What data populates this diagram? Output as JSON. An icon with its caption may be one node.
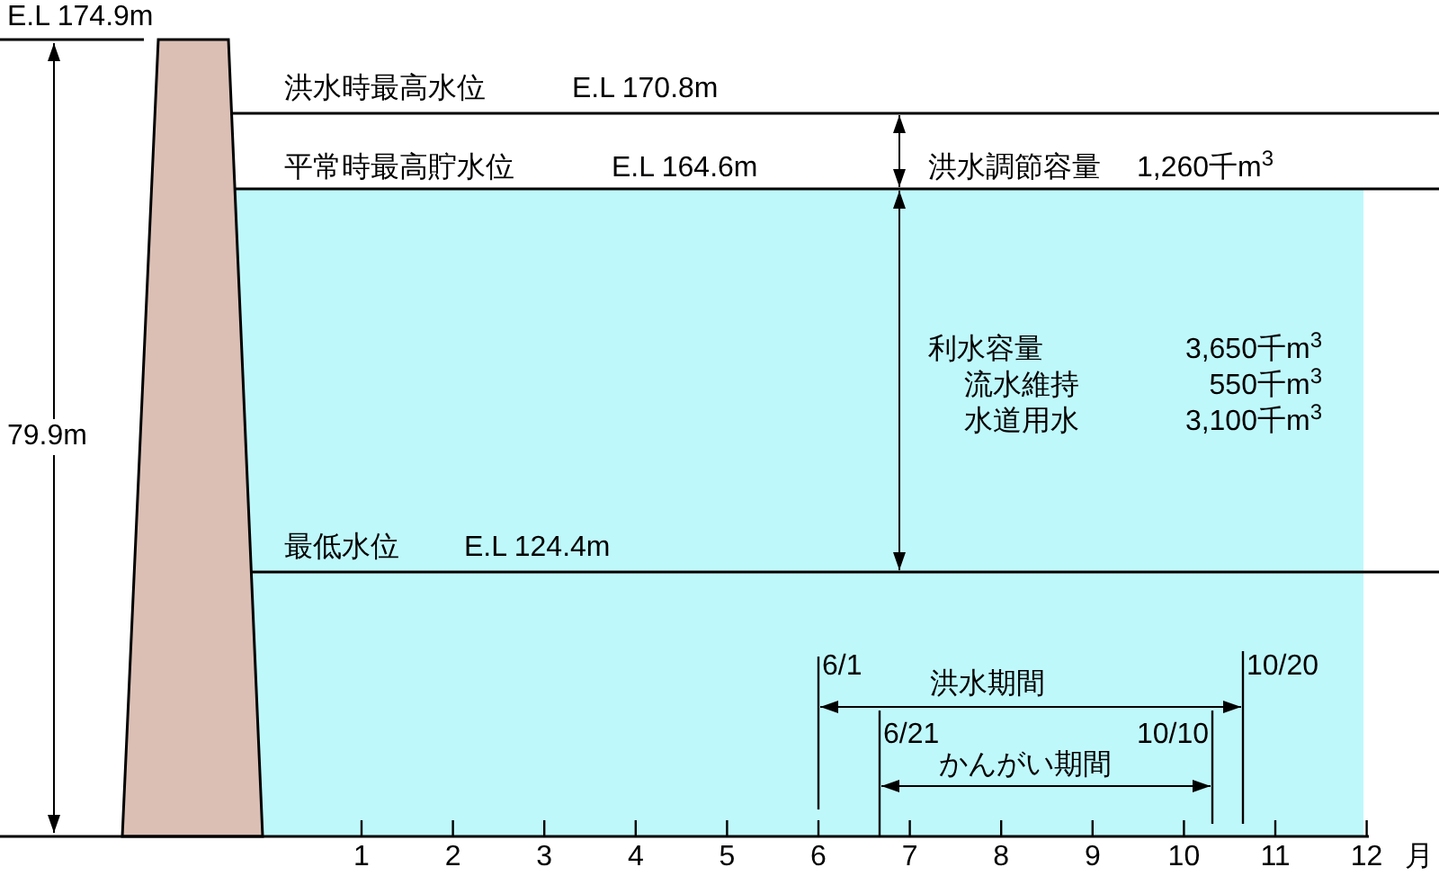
{
  "diagram": {
    "labels": [
      "E.L 174.9m",
      "洪水時最高水位",
      "E.L 170.8m",
      "平常時最高貯水位",
      "E.L 164.6m",
      "洪水調節容量",
      "1,260千m$^{3}$",
      "79.9m",
      "利水容量",
      "3,650千m$^{3}$",
      "流水維持",
      "550千m$^{3}$",
      "水道用水",
      "3,100千m$^{3}$",
      "最低水位",
      "E.L 124.4m",
      "6/1",
      "洪水期間",
      "10/20",
      "6/21",
      "10/10",
      "かんがい期間",
      "1",
      "2",
      "3",
      "4",
      "5",
      "6",
      "7",
      "8",
      "9",
      "10",
      "11",
      "12",
      "月"
    ]
  }
}
